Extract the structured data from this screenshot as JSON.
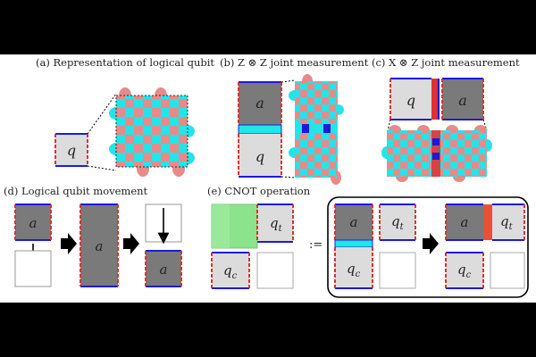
{
  "captions": {
    "a": "(a) Representation of logical qubit",
    "b": "(b) Z ⊗ Z joint measurement",
    "c": "(c) X ⊗ Z joint measurement",
    "d": "(d) Logical qubit movement",
    "e": "(e) CNOT operation"
  },
  "symbols": {
    "q": "q",
    "a": "a",
    "qt_base": "q",
    "qt_sub": "t",
    "qc_base": "q",
    "qc_sub": "c",
    "defeq": ":="
  },
  "colors": {
    "cyan": "#22e5ea",
    "pink": "#e88a8a",
    "dark_gray": "#7a7a7a",
    "light_gray": "#dcdcdc",
    "blue_edge": "#1a1adf",
    "red_edge": "#e03030",
    "green": "#8be38b",
    "background": "#000000"
  }
}
